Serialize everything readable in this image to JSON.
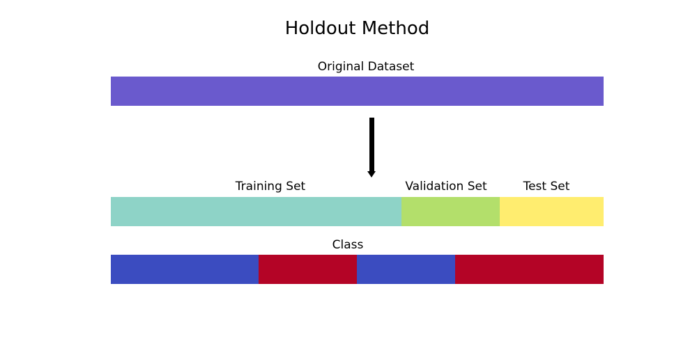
{
  "title": "Holdout Method",
  "original": {
    "label": "Original Dataset",
    "color": "#6a5acd"
  },
  "splits": [
    {
      "label": "Training Set",
      "color": "#8ed3c7",
      "fraction": 0.59
    },
    {
      "label": "Validation Set",
      "color": "#b3df6b",
      "fraction": 0.2
    },
    {
      "label": "Test Set",
      "color": "#ffed6f",
      "fraction": 0.21
    }
  ],
  "class": {
    "label": "Class",
    "segments": [
      {
        "color": "#3b4cc0",
        "fraction": 0.3
      },
      {
        "color": "#b40426",
        "fraction": 0.2
      },
      {
        "color": "#3b4cc0",
        "fraction": 0.2
      },
      {
        "color": "#b40426",
        "fraction": 0.3
      }
    ]
  }
}
